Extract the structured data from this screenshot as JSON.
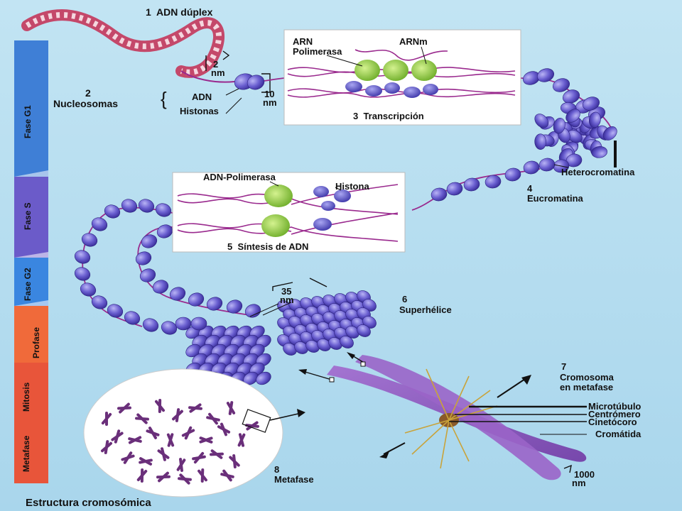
{
  "title": "Estructura cromosómica",
  "phases": [
    {
      "label": "Fase G1",
      "color": "#3f7fd6"
    },
    {
      "label": "Fase S",
      "color": "#6b5bc9"
    },
    {
      "label": "Fase G2",
      "color": "#3a86e0"
    },
    {
      "label": "Profase",
      "color": "#f06a3a"
    },
    {
      "label": "Mitosis",
      "color": "#e8553a"
    },
    {
      "label": "Metafase",
      "color": "#e8553a"
    }
  ],
  "labels": {
    "adn_duplex": "1  ADN dúplex",
    "two_nm_num": "2",
    "two_nm_unit": "nm",
    "nucleosomas_num": "2",
    "nucleosomas": "Nucleosomas",
    "adn": "ADN",
    "histonas": "Histonas",
    "ten_nm_num": "10",
    "ten_nm_unit": "nm",
    "arn_polimerasa": "ARN\nPolimerasa",
    "arnm": "ARNm",
    "transcripcion": "3  Transcripción",
    "heterocromatina": "Heterocromatina",
    "eucromatina_num": "4",
    "eucromatina": "Eucromatina",
    "adn_polimerasa": "ADN-Polimerasa",
    "histona": "Histona",
    "sintesis": "5  Síntesis de ADN",
    "thirtyfive_num": "35",
    "thirtyfive_unit": "nm",
    "superhelice_num": "6",
    "superhelice": "Superhélice",
    "cromosoma_num": "7",
    "cromosoma": "Cromosoma\nen metafase",
    "microtubulo": "Microtúbulo",
    "centromero": "Centrómero",
    "cinetocoro": "Cinetócoro",
    "cromatida": "Cromátida",
    "thousand_num": "1000",
    "thousand_unit": "nm",
    "metafase_num": "8",
    "metafase": "Metafase"
  },
  "colors": {
    "nucleosome": "#5f56c8",
    "strand": "#9a2a8e",
    "polymerase": "#8fcf3f",
    "chromosome": "#8a4fb8"
  }
}
